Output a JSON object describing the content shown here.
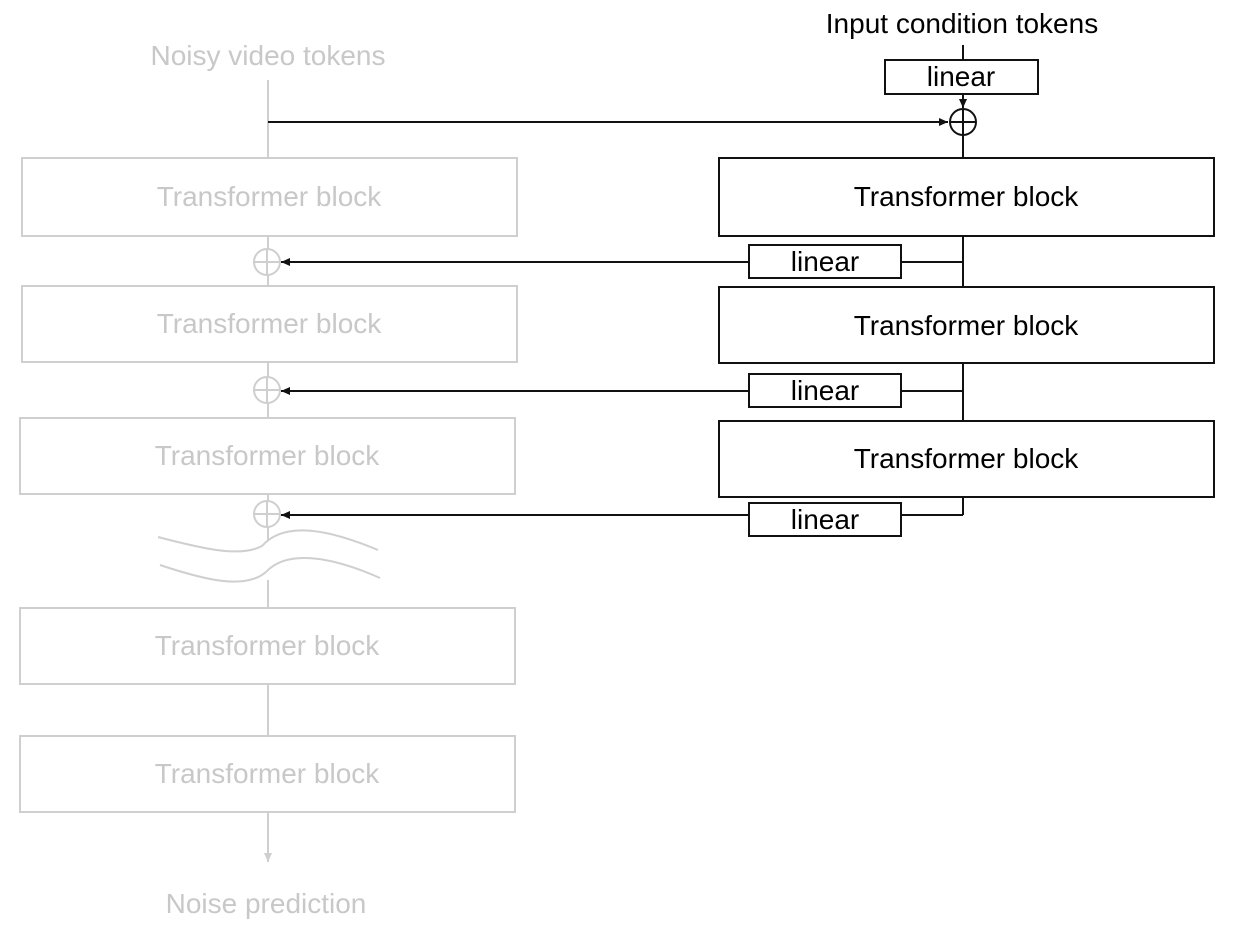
{
  "main_branch": {
    "input_label": "Noisy video tokens",
    "output_label": "Noise prediction",
    "blocks": [
      {
        "label": "Transformer block"
      },
      {
        "label": "Transformer block"
      },
      {
        "label": "Transformer block"
      },
      {
        "label": "Transformer block"
      },
      {
        "label": "Transformer block"
      }
    ]
  },
  "control_branch": {
    "input_label": "Input condition tokens",
    "input_projection_label": "linear",
    "blocks": [
      {
        "label": "Transformer block"
      },
      {
        "label": "Transformer block"
      },
      {
        "label": "Transformer block"
      }
    ],
    "zero_linear_labels": [
      "linear",
      "linear",
      "linear"
    ]
  },
  "colors": {
    "faded": "#cfcfcf",
    "faded_text": "#c8c8c8",
    "active": "#111111"
  }
}
